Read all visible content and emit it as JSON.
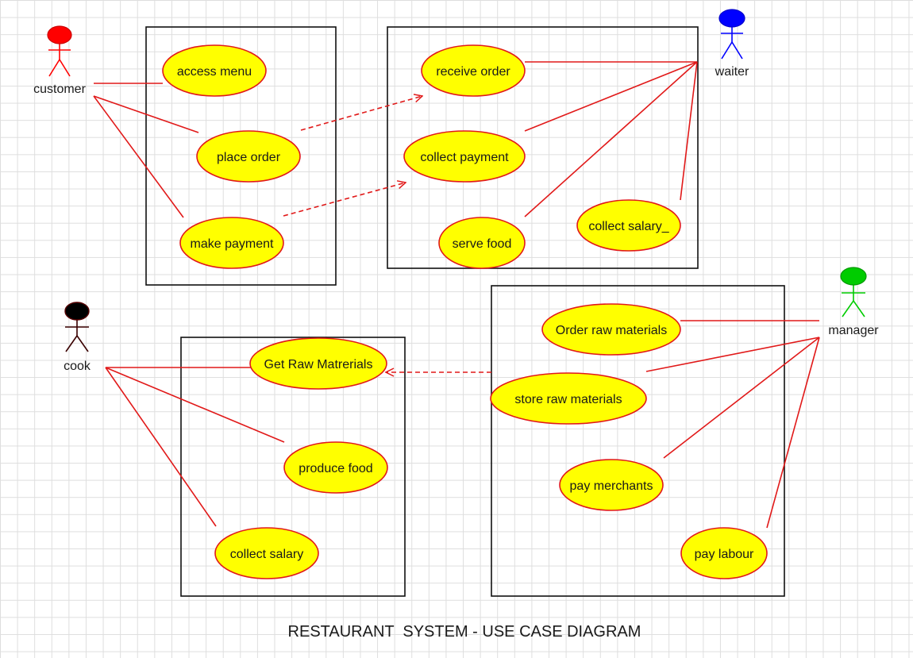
{
  "title": "RESTAURANT  SYSTEM - USE CASE DIAGRAM",
  "colors": {
    "association": "#e11919",
    "usecase_fill": "#ffff00",
    "usecase_stroke": "#e11919",
    "boundary": "#111111"
  },
  "actors": {
    "customer": {
      "label": "customer",
      "color": "#ff0000"
    },
    "waiter": {
      "label": "waiter",
      "color": "#0000ff"
    },
    "cook": {
      "label": "cook",
      "color": "#000000"
    },
    "manager": {
      "label": "manager",
      "color": "#00cc00"
    }
  },
  "usecases": {
    "access_menu": "access menu",
    "place_order": "place order",
    "make_payment": "make payment",
    "receive_order": "receive order",
    "collect_payment": "collect payment",
    "serve_food": "serve food",
    "collect_salary_waiter": "collect salary_",
    "get_raw_materials": "Get Raw Matrerials",
    "produce_food": "produce food",
    "collect_salary_cook": "collect salary",
    "order_raw_materials": "Order raw materials",
    "store_raw_materials": "store raw materials",
    "pay_merchants": "pay merchants",
    "pay_labour": "pay labour"
  },
  "associations": [
    [
      "customer",
      "access_menu"
    ],
    [
      "customer",
      "place_order"
    ],
    [
      "customer",
      "make_payment"
    ],
    [
      "waiter",
      "receive_order"
    ],
    [
      "waiter",
      "collect_payment"
    ],
    [
      "waiter",
      "serve_food"
    ],
    [
      "waiter",
      "collect_salary_waiter"
    ],
    [
      "cook",
      "get_raw_materials"
    ],
    [
      "cook",
      "produce_food"
    ],
    [
      "cook",
      "collect_salary_cook"
    ],
    [
      "manager",
      "order_raw_materials"
    ],
    [
      "manager",
      "store_raw_materials"
    ],
    [
      "manager",
      "pay_merchants"
    ],
    [
      "manager",
      "pay_labour"
    ]
  ],
  "dependencies": [
    [
      "place_order",
      "receive_order"
    ],
    [
      "make_payment",
      "collect_payment"
    ],
    [
      "store_raw_materials",
      "get_raw_materials"
    ]
  ]
}
